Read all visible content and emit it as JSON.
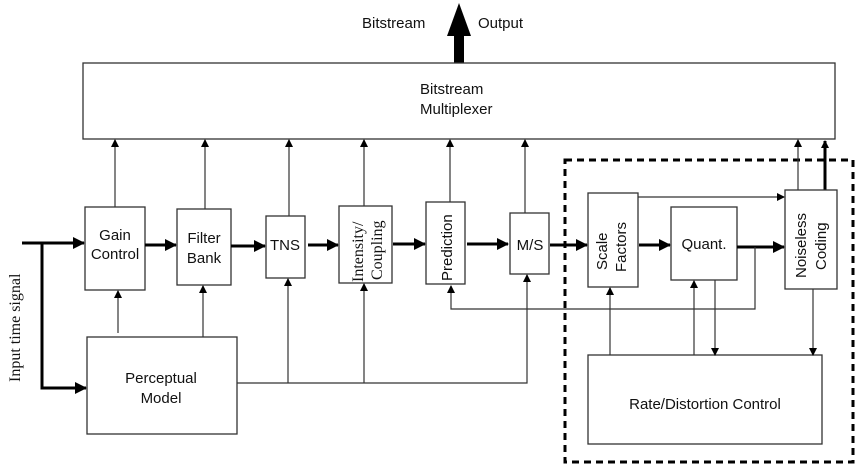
{
  "diagram": {
    "title": "Encoder block diagram",
    "output": {
      "left_label": "Bitstream",
      "right_label": "Output"
    },
    "input_label": "Input time signal",
    "blocks": {
      "multiplexer": [
        "Bitstream",
        "Multiplexer"
      ],
      "gain_control": [
        "Gain",
        "Control"
      ],
      "filter_bank": [
        "Filter",
        "Bank"
      ],
      "tns": "TNS",
      "intensity_coupling": [
        "Intensity/",
        "Coupling"
      ],
      "prediction": "Prediction",
      "ms": "M/S",
      "scale_factors": [
        "Scale",
        "Factors"
      ],
      "quant": "Quant.",
      "noiseless_coding": [
        "Noiseless",
        "Coding"
      ],
      "perceptual_model": [
        "Perceptual",
        "Model"
      ],
      "rate_distortion": "Rate/Distortion Control"
    }
  }
}
